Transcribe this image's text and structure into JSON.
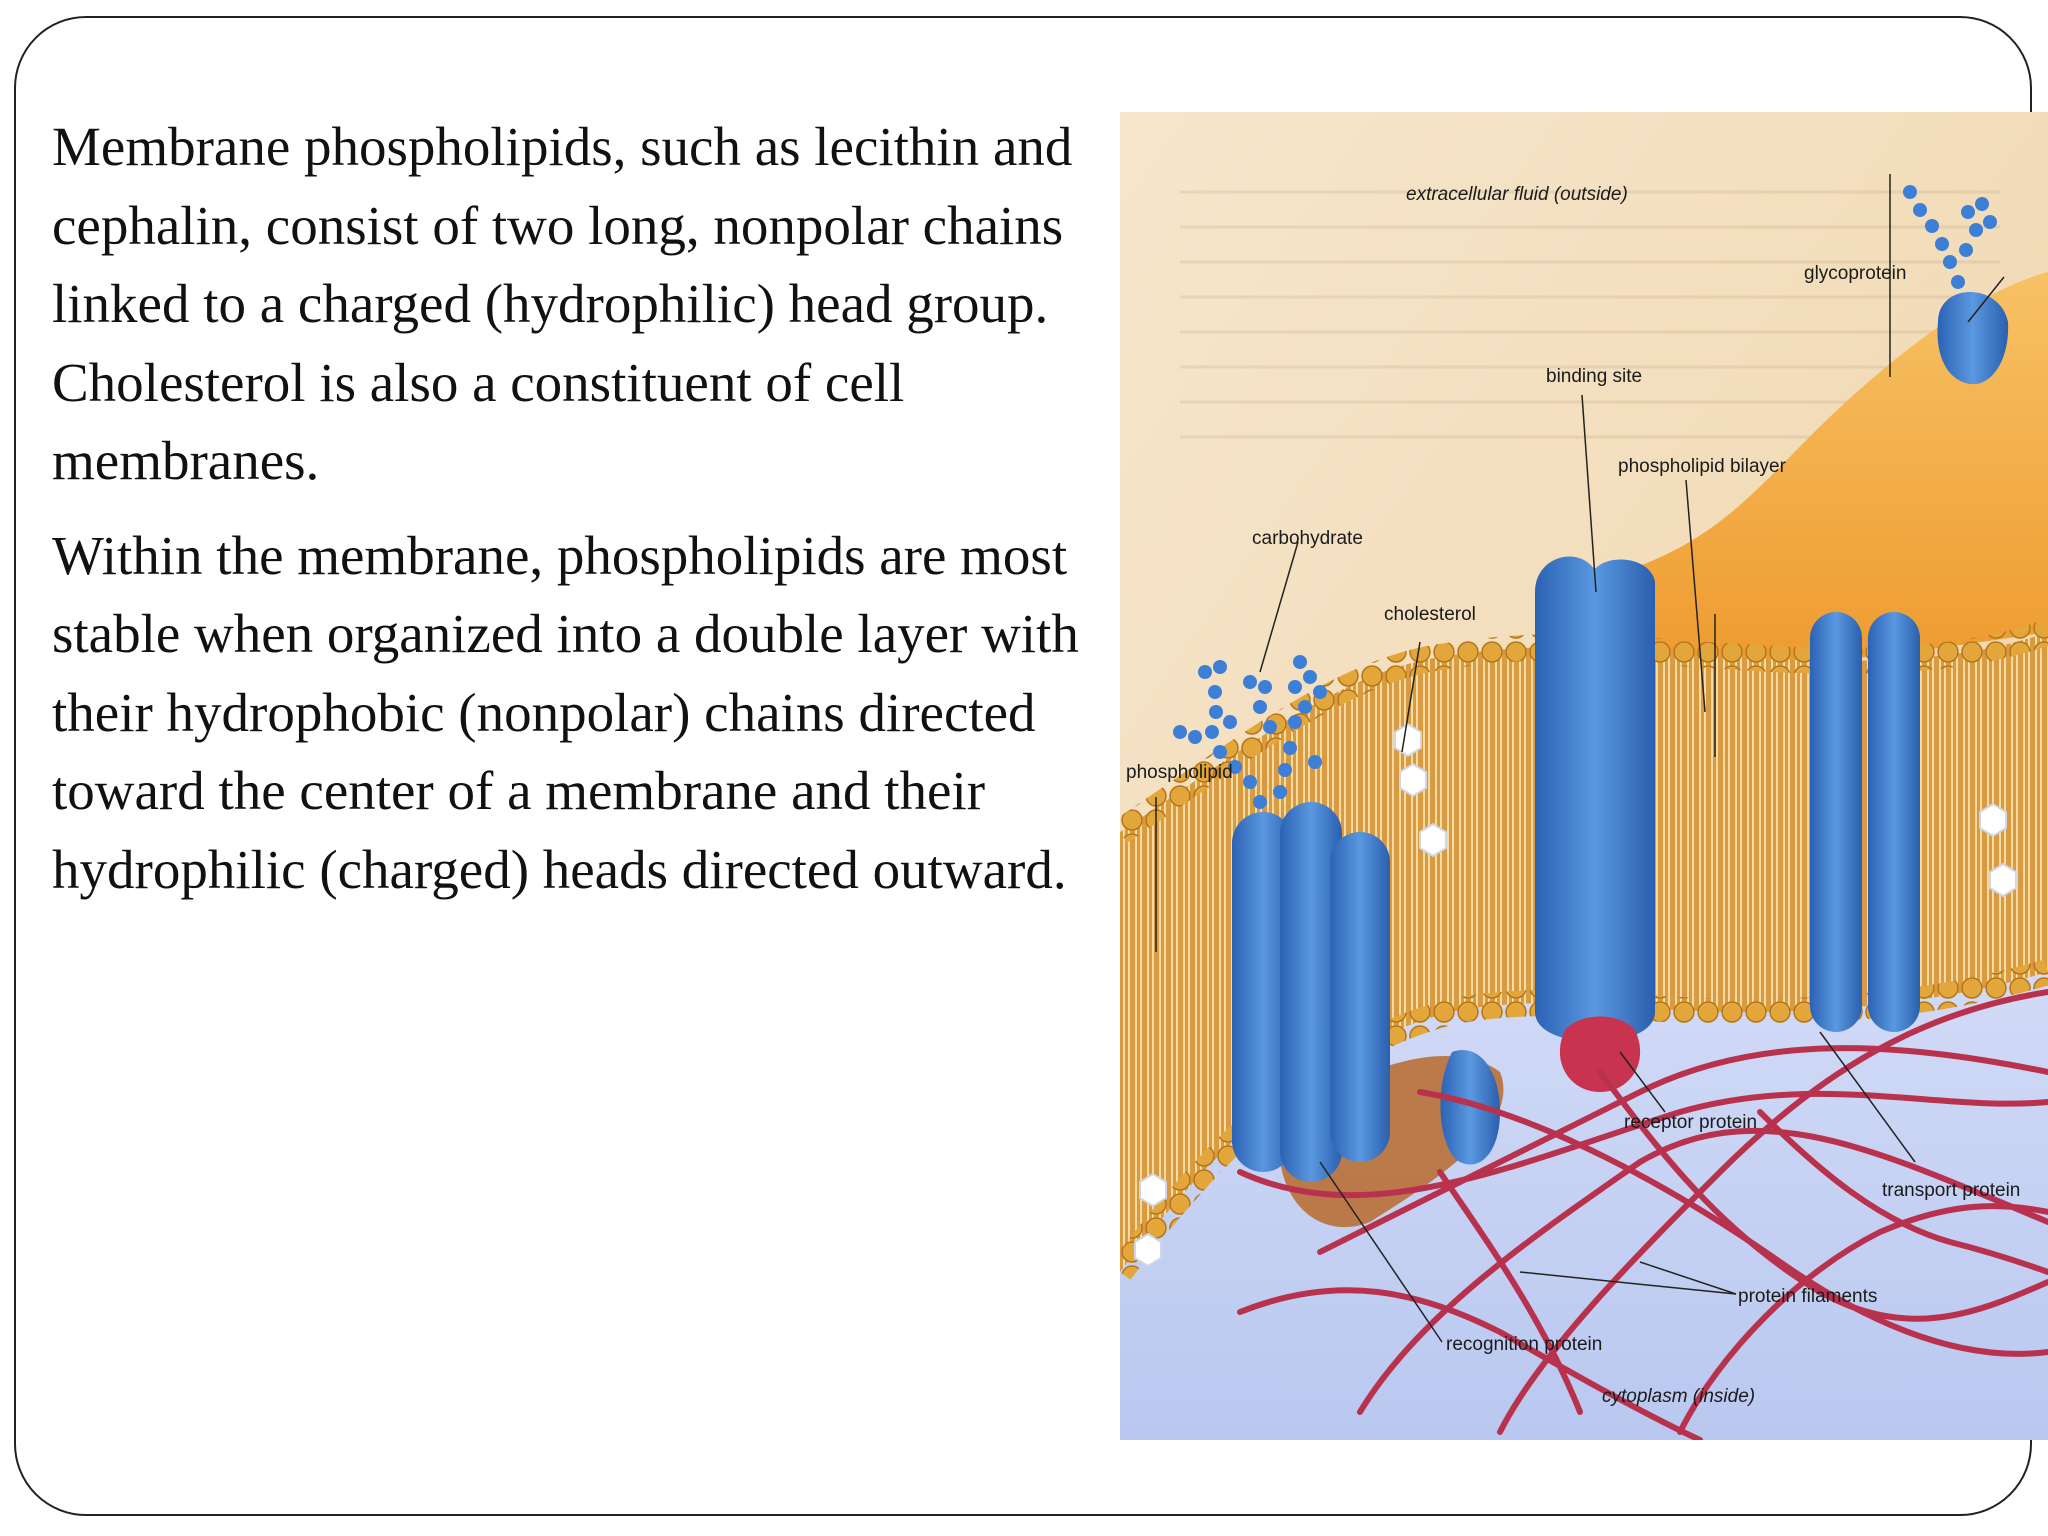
{
  "slide": {
    "paragraphs": [
      "Membrane phospholipids, such as lecithin and cephalin, consist of two long, nonpolar chains linked to a charged (hydrophilic) head group. Cholesterol is also a constituent of cell membranes.",
      "Within the membrane, phospholipids are most stable when organized into a double layer with their hydrophobic (nonpolar) chains directed toward the center of a membrane and their hydrophilic (charged) heads directed outward."
    ]
  },
  "figure": {
    "labels": {
      "extracellular": "extracellular fluid (outside)",
      "glycoprotein": "glycoprotein",
      "binding_site": "binding site",
      "phospholipid_bilayer": "phospholipid bilayer",
      "carbohydrate": "carbohydrate",
      "cholesterol": "cholesterol",
      "phospholipid": "phospholipid",
      "receptor_protein": "receptor protein",
      "transport_protein": "transport protein",
      "protein_filaments": "protein filaments",
      "recognition_protein": "recognition protein",
      "cytoplasm": "cytoplasm (inside)"
    },
    "colors": {
      "background": "#f3dcb8",
      "cytoplasm": "#c8d4f4",
      "membrane_orange": "#f0a23a",
      "protein_blue": "#3a78c8",
      "filament_red": "#b8324e",
      "head_gold": "#e0a235"
    }
  }
}
